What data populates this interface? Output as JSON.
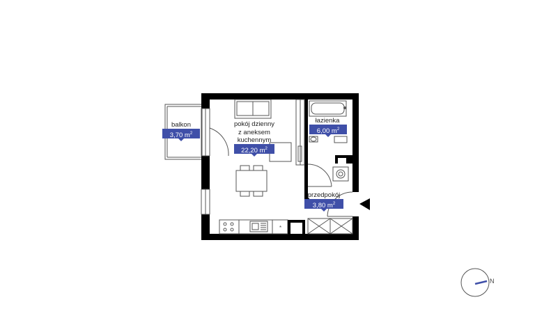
{
  "rooms": {
    "balkon": {
      "name": "balkon",
      "area": "3,70 m",
      "unit_sup": "2"
    },
    "living": {
      "name_line1": "pokój dzienny",
      "name_line2": "z aneksem",
      "name_line3": "kuchennym",
      "area": "22,20 m",
      "unit_sup": "2"
    },
    "bathroom": {
      "name": "łazienka",
      "area": "6,00 m",
      "unit_sup": "2"
    },
    "hallway": {
      "name": "przedpokój",
      "area": "3,80 m",
      "unit_sup": "2"
    }
  },
  "compass": {
    "letter": "N"
  },
  "colors": {
    "accent": "#3f4fa8",
    "wall": "#000000",
    "line": "#555555"
  }
}
